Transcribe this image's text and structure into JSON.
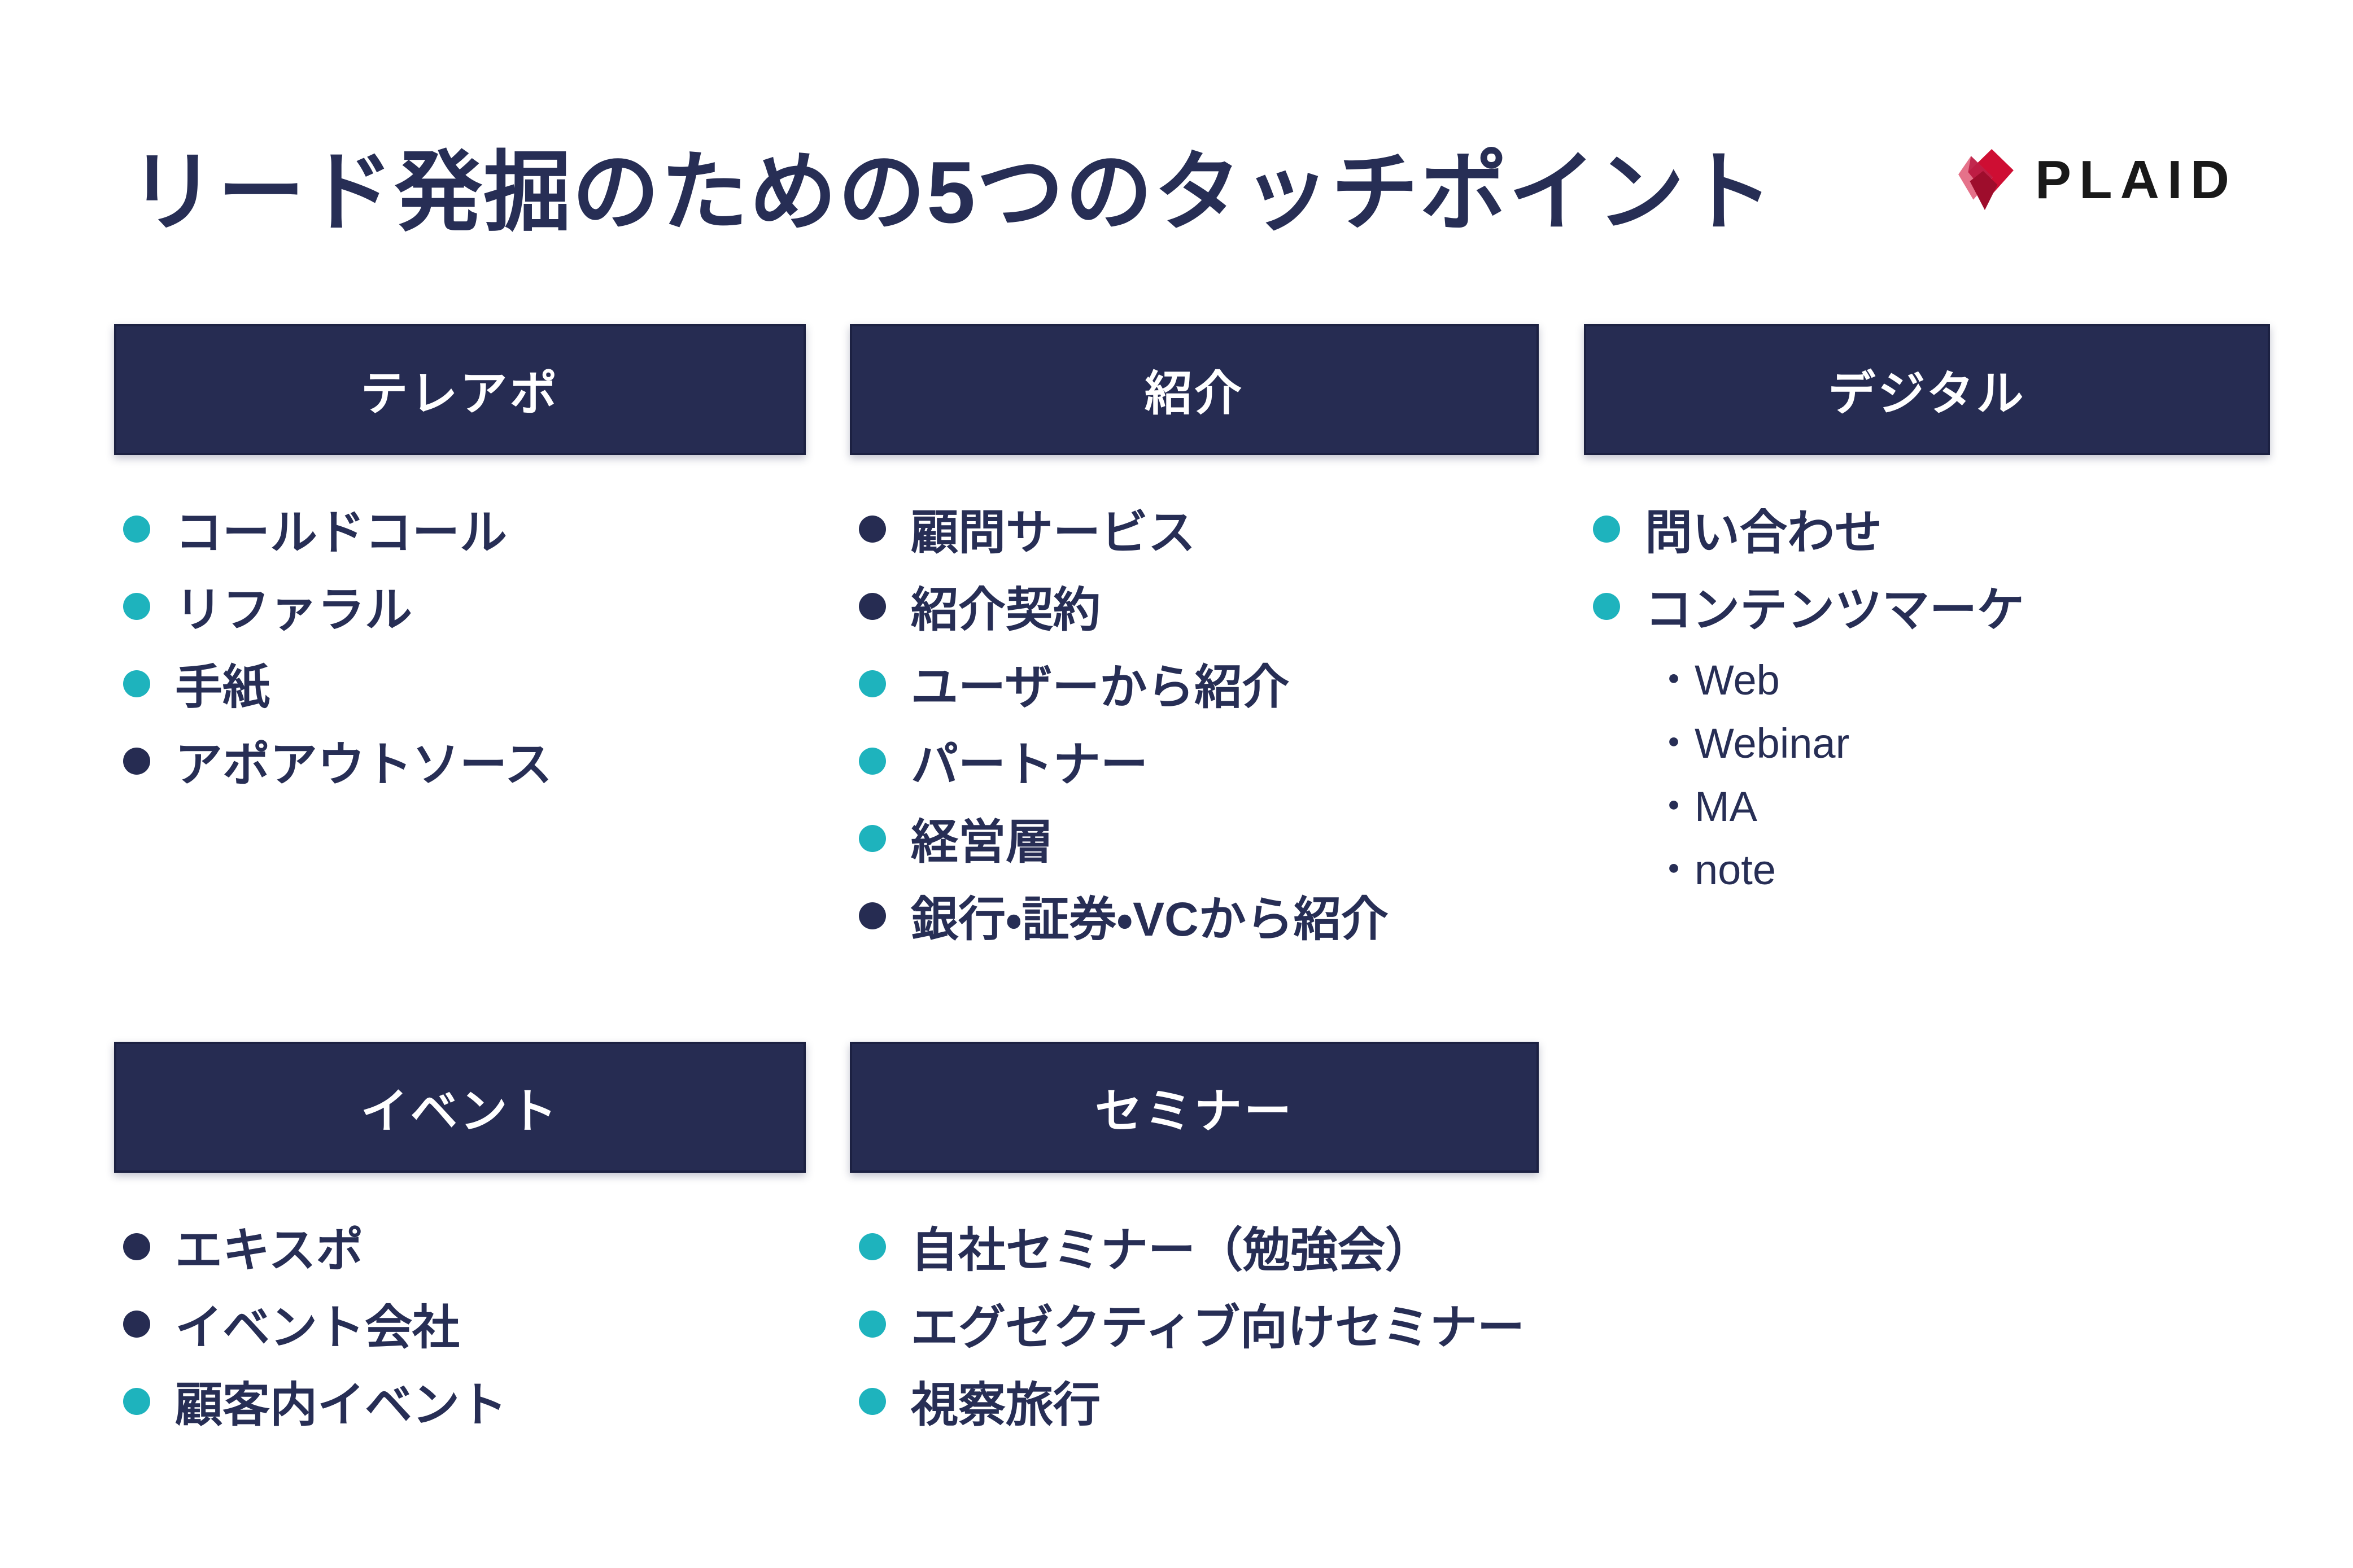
{
  "title": "リード発掘のための5つのタッチポイント",
  "logo": {
    "brand": "PLAID",
    "icon": "plaid-heart-icon"
  },
  "colors": {
    "navy": "#262c52",
    "teal": "#1eb3bd",
    "text_navy": "#272e55",
    "logo_red": "#ce0e33",
    "logo_pink": "#df5370",
    "logo_dark_red": "#9e0d2c",
    "logo_text": "#191919",
    "header_text": "#ffffff",
    "background": "#ffffff"
  },
  "panels": [
    {
      "header": "テレアポ",
      "items": [
        {
          "text": "コールドコール",
          "bullet": "teal"
        },
        {
          "text": "リファラル",
          "bullet": "teal"
        },
        {
          "text": "手紙",
          "bullet": "teal"
        },
        {
          "text": "アポアウトソース",
          "bullet": "navy"
        }
      ]
    },
    {
      "header": "紹介",
      "items": [
        {
          "text": "顧問サービス",
          "bullet": "navy"
        },
        {
          "text": "紹介契約",
          "bullet": "navy"
        },
        {
          "text": "ユーザーから紹介",
          "bullet": "teal"
        },
        {
          "text": "パートナー",
          "bullet": "teal"
        },
        {
          "text": "経営層",
          "bullet": "teal"
        },
        {
          "text": "銀行・証券・VCから紹介",
          "bullet": "navy"
        }
      ]
    },
    {
      "header": "デジタル",
      "items": [
        {
          "text": "問い合わせ",
          "bullet": "teal"
        },
        {
          "text": "コンテンツマーケ",
          "bullet": "teal"
        },
        {
          "text": "・Web",
          "type": "sub"
        },
        {
          "text": "・Webinar",
          "type": "sub"
        },
        {
          "text": "・MA",
          "type": "sub"
        },
        {
          "text": "・note",
          "type": "sub"
        }
      ]
    },
    {
      "header": "イベント",
      "items": [
        {
          "text": "エキスポ",
          "bullet": "navy"
        },
        {
          "text": "イベント会社",
          "bullet": "navy"
        },
        {
          "text": "顧客内イベント",
          "bullet": "teal"
        }
      ]
    },
    {
      "header": "セミナー",
      "items": [
        {
          "text": "自社セミナー（勉強会）",
          "bullet": "teal"
        },
        {
          "text": "エグゼクティブ向けセミナー",
          "bullet": "teal"
        },
        {
          "text": "視察旅行",
          "bullet": "teal"
        }
      ]
    }
  ]
}
